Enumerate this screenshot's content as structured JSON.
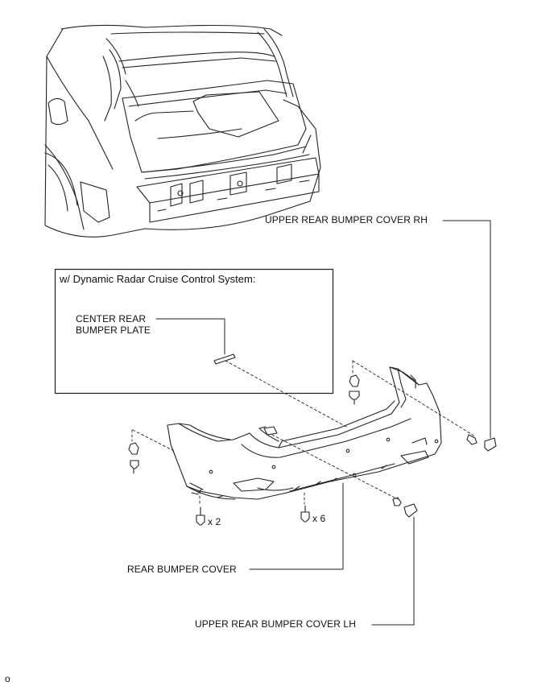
{
  "labels": {
    "upper_rh": "UPPER REAR BUMPER COVER RH",
    "upper_lh": "UPPER REAR BUMPER COVER LH",
    "rear_bumper_cover": "REAR BUMPER COVER",
    "center_plate_line1": "CENTER REAR",
    "center_plate_line2": "BUMPER PLATE",
    "inset_title": "w/ Dynamic Radar Cruise Control System:",
    "qty_left": "x 2",
    "qty_center": "x 6",
    "corner_mark": "o"
  }
}
